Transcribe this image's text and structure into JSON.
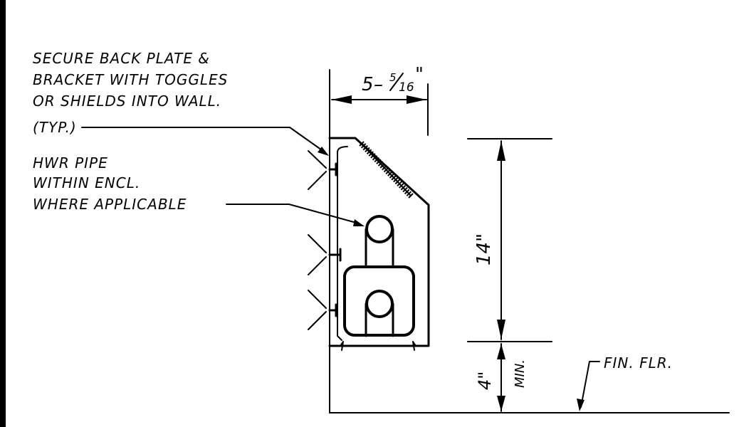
{
  "notes": {
    "secure_line1": "SECURE BACK PLATE &",
    "secure_line2": "BRACKET WITH TOGGLES",
    "secure_line3": "OR SHIELDS INTO WALL.",
    "secure_line4": "(TYP.)",
    "hwr_line1": "HWR PIPE",
    "hwr_line2": "WITHIN ENCL.",
    "hwr_line3": "WHERE APPLICABLE",
    "floor": "FIN. FLR."
  },
  "dimensions": {
    "depth_whole": "5",
    "depth_dash": "–",
    "depth_num": "5",
    "depth_den": "16",
    "depth_unit": "\"",
    "height": "14\"",
    "clearance": "4\"",
    "clearance_note": "MIN."
  }
}
